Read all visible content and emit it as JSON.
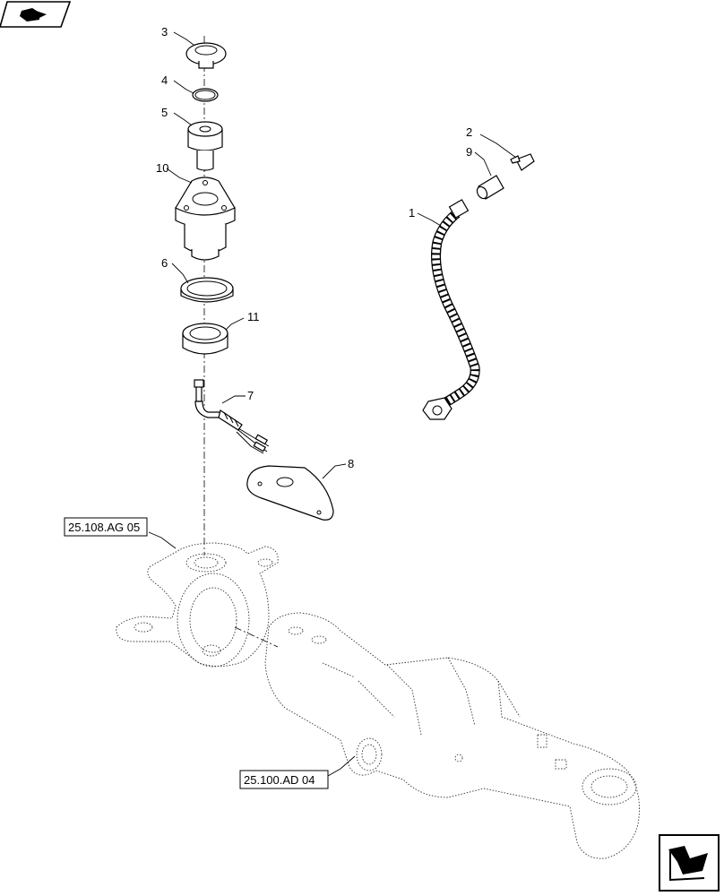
{
  "callouts": [
    "1",
    "2",
    "3",
    "4",
    "5",
    "6",
    "7",
    "8",
    "9",
    "10",
    "11"
  ],
  "references": {
    "top_ref": "25.108.AG 05",
    "bottom_ref": "25.100.AD 04"
  },
  "icons": {
    "nav_top": "book-arrow-icon",
    "nav_bottom": "next-page-arrow-icon"
  }
}
